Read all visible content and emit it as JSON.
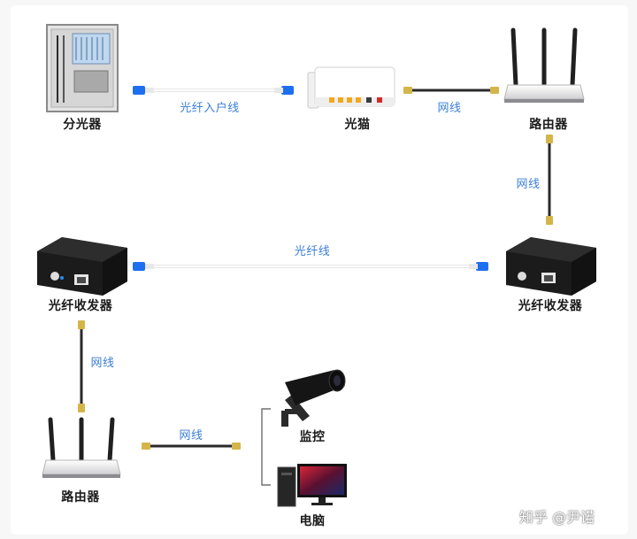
{
  "devices": {
    "splitter": "分光器",
    "modem": "光猫",
    "router_top": "路由器",
    "transceiver_left": "光纤收发器",
    "transceiver_right": "光纤收发器",
    "router_bottom": "路由器",
    "camera": "监控",
    "computer": "电脑"
  },
  "cables": {
    "fiber_in": "光纤入户线",
    "net_modem_router": "网线",
    "net_router_transceiver": "网线",
    "fiber_between": "光纤线",
    "net_transceiver_router": "网线",
    "net_router_devices": "网线"
  },
  "watermark": "知乎 @尹诺",
  "colors": {
    "fiber": "#f2f2f2",
    "connector_blue": "#1e6ff0",
    "lan_cable": "#2a2a2a",
    "lan_connector": "#d4b54a",
    "label_blue": "#3b7fd6"
  }
}
